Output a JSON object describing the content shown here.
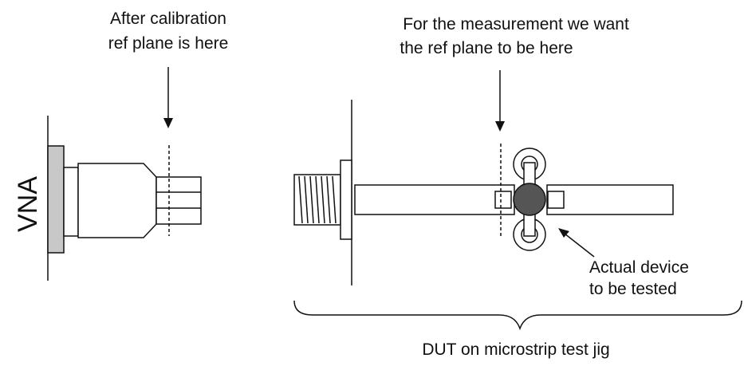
{
  "labels": {
    "after_calibration_line1": "After calibration",
    "after_calibration_line2": "ref plane is here",
    "measurement_line1": "For the measurement we want",
    "measurement_line2": "the ref plane to be here",
    "actual_device_line1": "Actual device",
    "actual_device_line2": "to be tested",
    "dut_caption": "DUT on microstrip test jig",
    "vna": "VNA"
  },
  "colors": {
    "stroke": "#111111",
    "flange_fill": "#c8c8c8",
    "device_fill": "#555555",
    "background": "#ffffff"
  }
}
